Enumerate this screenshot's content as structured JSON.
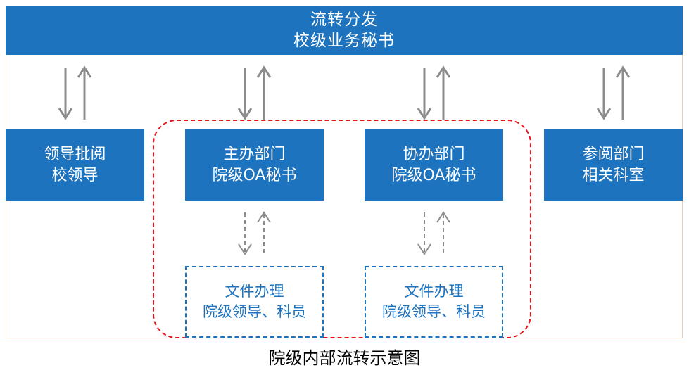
{
  "top": {
    "line1": "流转分发",
    "line2": "校级业务秘书"
  },
  "units": [
    {
      "line1": "领导批阅",
      "line2": "校领导"
    },
    {
      "line1": "主办部门",
      "line2": "院级OA秘书"
    },
    {
      "line1": "协办部门",
      "line2": "院级OA秘书"
    },
    {
      "line1": "参阅部门",
      "line2": "相关科室"
    }
  ],
  "file_boxes": [
    {
      "line1": "文件办理",
      "line2": "院级领导、科员"
    },
    {
      "line1": "文件办理",
      "line2": "院级领导、科员"
    }
  ],
  "caption": "院级内部流转示意图",
  "colors": {
    "box_blue": "#1e73be",
    "group_outline_red": "#e8141b",
    "arrow_gray": "#8c8c8c",
    "frame_border": "#f3c9a5"
  }
}
